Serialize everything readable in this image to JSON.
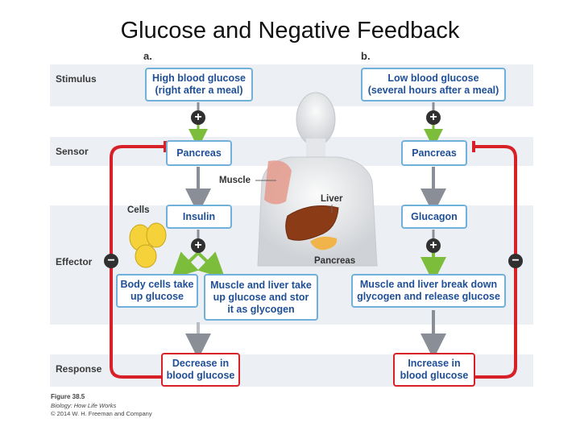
{
  "title": "Glucose and Negative Feedback",
  "panels": {
    "a": "a.",
    "b": "b."
  },
  "rows": {
    "stimulus": "Stimulus",
    "sensor": "Sensor",
    "effector": "Effector",
    "response": "Response"
  },
  "left": {
    "stimulus_line1": "High blood glucose",
    "stimulus_line2": "(right after a meal)",
    "sensor": "Pancreas",
    "hormone": "Insulin",
    "effect1_line1": "Body cells take",
    "effect1_line2": "up glucose",
    "effect2_line1": "Muscle and liver take",
    "effect2_line2": "up glucose and stor",
    "effect2_line3": "it as glycogen",
    "response_line1": "Decrease in",
    "response_line2": "blood glucose"
  },
  "right": {
    "stimulus_line1": "Low blood glucose",
    "stimulus_line2": "(several hours after a meal)",
    "sensor": "Pancreas",
    "hormone": "Glucagon",
    "effect_line1": "Muscle and liver break down",
    "effect_line2": "glycogen and release glucose",
    "response_line1": "Increase in",
    "response_line2": "blood glucose"
  },
  "labels": {
    "cells": "Cells",
    "muscle": "Muscle",
    "liver": "Liver",
    "pancreas": "Pancreas"
  },
  "signs": {
    "plus": "+",
    "minus": "−"
  },
  "caption": {
    "figure": "Figure 38.5",
    "book": "Biology: How Life Works",
    "copyright": "© 2014 W. H. Freeman and Company"
  },
  "colors": {
    "loop": "#d72027",
    "box_border": "#6fb1da",
    "box_text": "#1f4f96",
    "band": "#eceff3",
    "plus_arrow": "#7cbd3c"
  }
}
